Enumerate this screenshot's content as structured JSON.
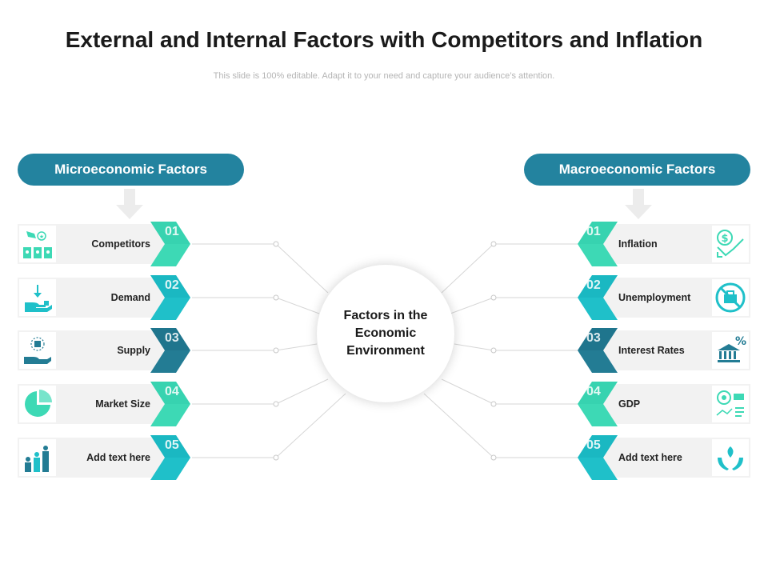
{
  "title": "External and Internal Factors with Competitors and Inflation",
  "subtitle": "This slide is 100% editable. Adapt it to your need and capture your audience’s attention.",
  "left_header": "Microeconomic Factors",
  "right_header": "Macroeconomic Factors",
  "center_text": "Factors in the Economic Environment",
  "left_items": [
    {
      "number": "01",
      "label": "Competitors",
      "icon": "competitors-icon"
    },
    {
      "number": "02",
      "label": "Demand",
      "icon": "demand-icon"
    },
    {
      "number": "03",
      "label": "Supply",
      "icon": "supply-icon"
    },
    {
      "number": "04",
      "label": "Market Size",
      "icon": "market-size-icon"
    },
    {
      "number": "05",
      "label": "Add text here",
      "icon": "growth-people-icon"
    }
  ],
  "right_items": [
    {
      "number": "01",
      "label": "Inflation",
      "icon": "inflation-icon"
    },
    {
      "number": "02",
      "label": "Unemployment",
      "icon": "unemployment-icon"
    },
    {
      "number": "03",
      "label": "Interest Rates",
      "icon": "interest-rates-icon"
    },
    {
      "number": "04",
      "label": "GDP",
      "icon": "gdp-icon"
    },
    {
      "number": "05",
      "label": "Add text here",
      "icon": "hands-plant-icon"
    }
  ],
  "colors": {
    "header": "#23839f",
    "teal": "#3dd9b5",
    "cyan": "#1fc0c9",
    "dark": "#237c94",
    "card": "#f2f2f2"
  }
}
